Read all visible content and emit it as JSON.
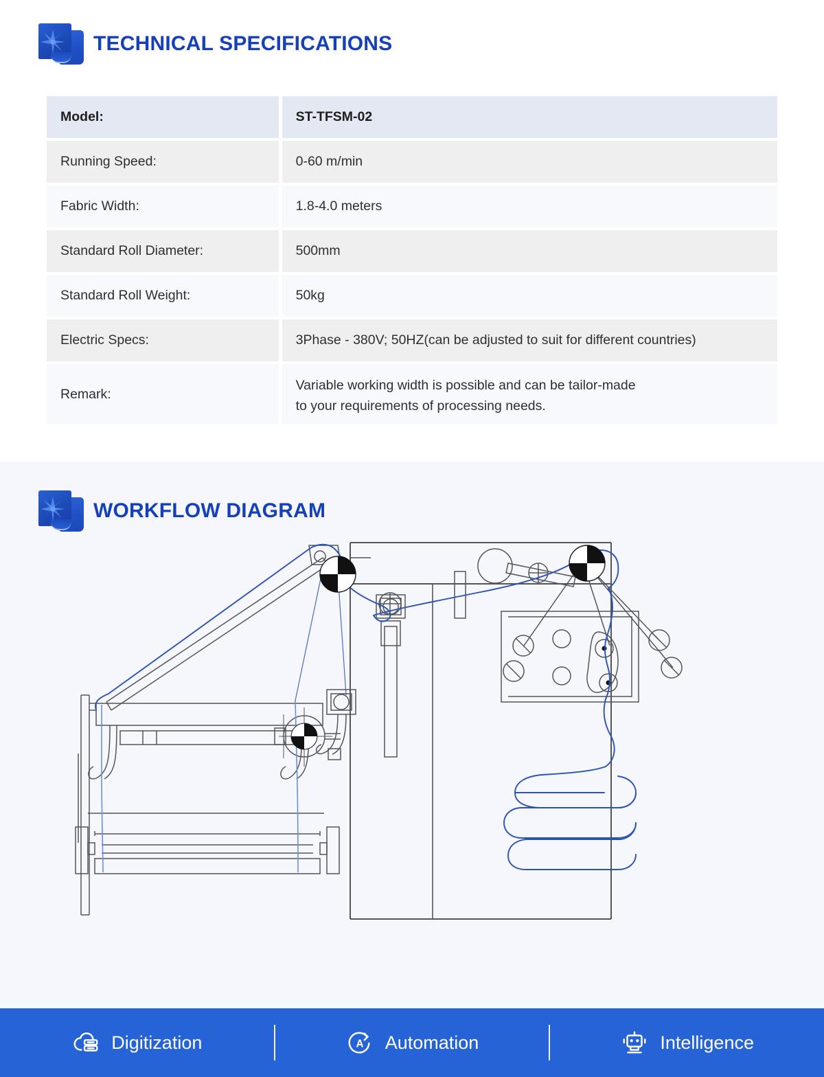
{
  "sections": {
    "specs": {
      "title": "TECHNICAL SPECIFICATIONS",
      "logo_icon": "fabric-roll-star-icon",
      "table": {
        "rows": [
          {
            "key": "Model:",
            "value": "ST-TFSM-02"
          },
          {
            "key": "Running Speed:",
            "value": "0-60 m/min"
          },
          {
            "key": "Fabric Width:",
            "value": "1.8-4.0 meters"
          },
          {
            "key": "Standard Roll Diameter:",
            "value": "500mm"
          },
          {
            "key": "Standard Roll Weight:",
            "value": "50kg"
          },
          {
            "key": "Electric Specs:",
            "value": "3Phase - 380V; 50HZ(can be adjusted to suit for different  countries)"
          },
          {
            "key": "Remark:",
            "value_line1": "Variable working width is possible and can be tailor-made",
            "value_line2": "to your requirements of processing needs."
          }
        ]
      }
    },
    "workflow": {
      "title": "WORKFLOW DIAGRAM",
      "logo_icon": "fabric-roll-star-icon",
      "diagram_alt": "textile folding machine side-view engineering schematic"
    }
  },
  "footer": {
    "items": [
      {
        "icon": "cloud-server-icon",
        "label": "Digitization"
      },
      {
        "icon": "automation-a-icon",
        "label": "Automation"
      },
      {
        "icon": "robot-head-icon",
        "label": "Intelligence"
      }
    ]
  },
  "colors": {
    "brand_blue": "#1540ba",
    "footer_blue": "#2563d6",
    "table_header_bg": "#e3e8f2",
    "row_odd_bg": "#efeff0",
    "row_even_bg": "#f7f9fd",
    "section_bg": "#f6f7fc",
    "fabric_path": "#2b52b8",
    "machine_line": "#555558"
  }
}
